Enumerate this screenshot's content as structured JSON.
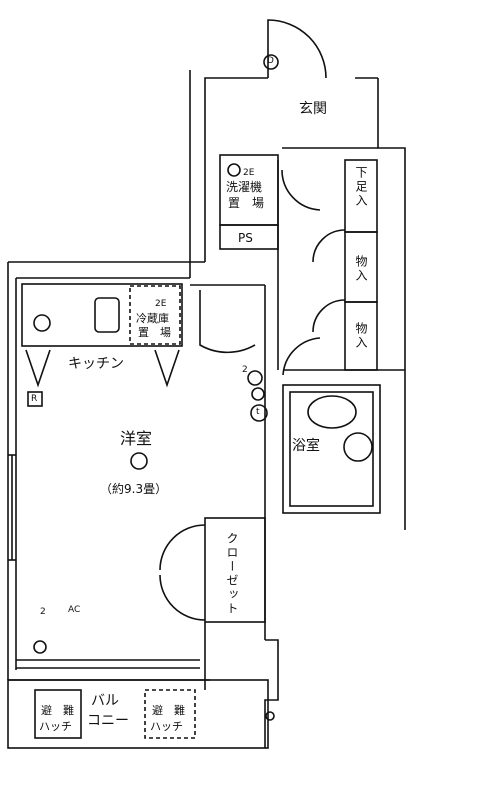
{
  "rooms": {
    "entrance": "玄関",
    "laundry_top": "洗濯機",
    "laundry_bottom": "置　場",
    "ps": "PS",
    "shoe_storage": "下足入",
    "storage_1": "物入",
    "storage_2": "物入",
    "fridge_top": "冷蔵庫",
    "fridge_bottom": "置　場",
    "kitchen": "キッチン",
    "western_room": "洋室",
    "western_room_size": "（約9.3畳）",
    "bathroom": "浴室",
    "closet": "クローゼット",
    "balcony_top": "バル",
    "balcony_bottom": "コニー",
    "hatch_top": "避　難",
    "hatch_bottom": "ハッチ"
  },
  "symbols": {
    "door_mark": "D",
    "r_mark": "R",
    "t_mark": "t",
    "ac_mark": "AC",
    "outlet_2e": "2E",
    "outlet_2": "2"
  },
  "colors": {
    "line": "#111111",
    "background": "#ffffff"
  }
}
